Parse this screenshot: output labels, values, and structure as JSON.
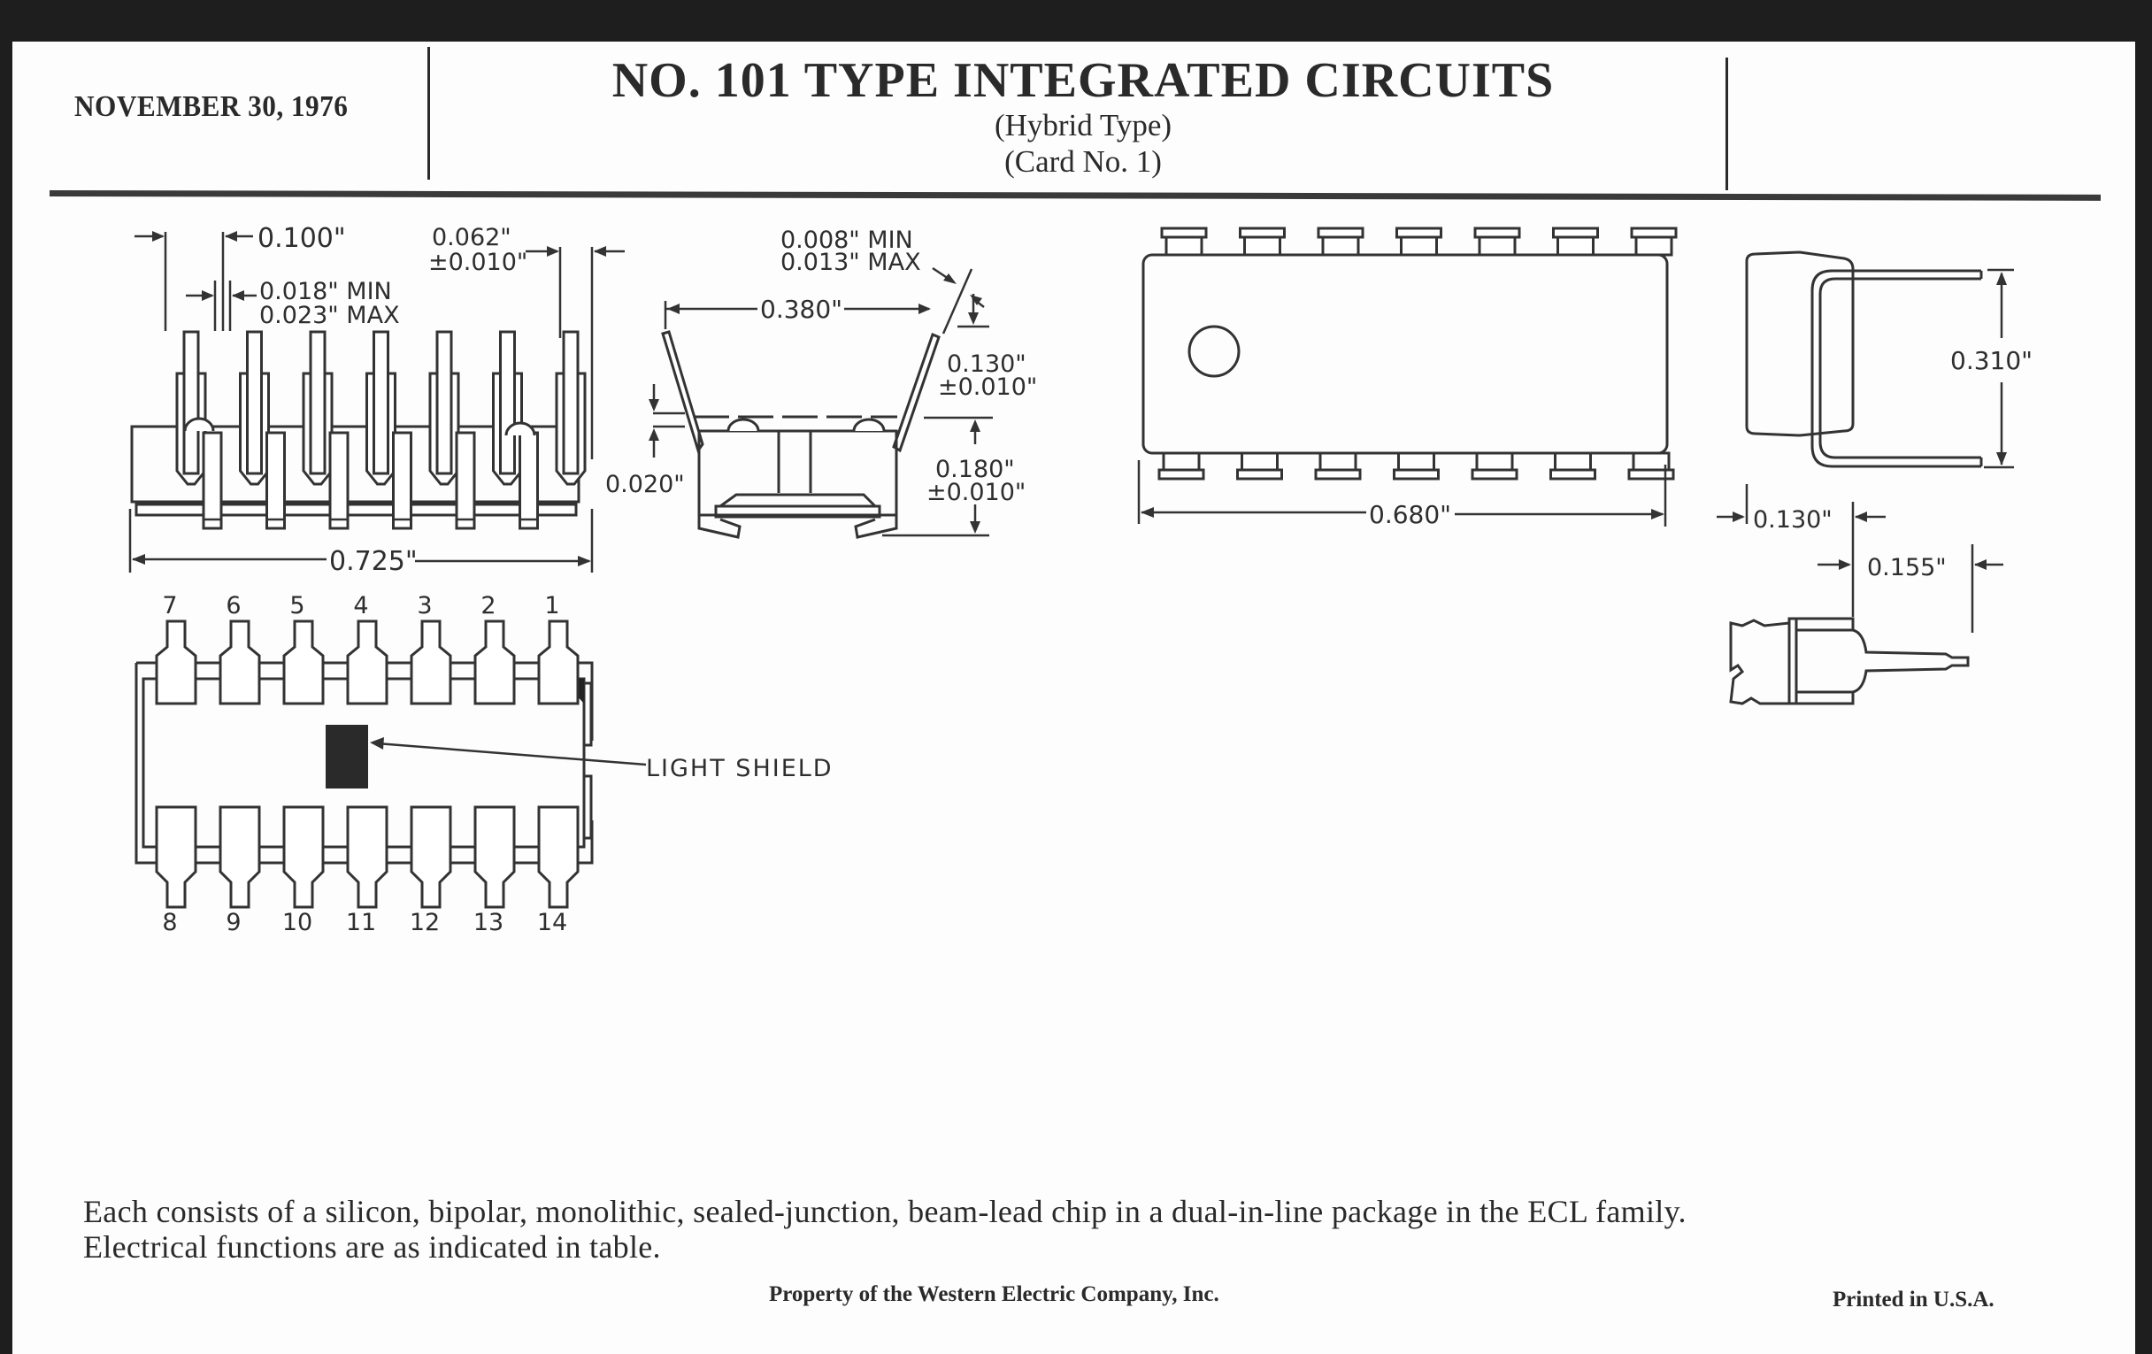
{
  "header": {
    "date": "NOVEMBER 30, 1976",
    "title": "NO. 101 TYPE INTEGRATED CIRCUITS",
    "subtitle": "(Hybrid Type)",
    "card_number": "(Card No. 1)"
  },
  "side_view": {
    "pin_pitch": "0.100\"",
    "end_clearance_value": "0.062\"",
    "end_clearance_tol": "±0.010\"",
    "lead_width_min": "0.018\" MIN",
    "lead_width_max": "0.023\" MAX",
    "overall_length": "0.725\""
  },
  "end_view": {
    "lead_thickness_min": "0.008\" MIN",
    "lead_thickness_max": "0.013\" MAX",
    "lead_span": "0.380\"",
    "lead_length_value": "0.130\"",
    "lead_length_tol": "±0.010\"",
    "standoff": "0.020\"",
    "body_height_value": "0.180\"",
    "body_height_tol": "±0.010\""
  },
  "top_view": {
    "body_length": "0.680\""
  },
  "profile_view": {
    "row_spacing": "0.310\"",
    "body_depth": "0.130\"",
    "lead_extension": "0.155\""
  },
  "pinout_view": {
    "top_pins": [
      "7",
      "6",
      "5",
      "4",
      "3",
      "2",
      "1"
    ],
    "bottom_pins": [
      "8",
      "9",
      "10",
      "11",
      "12",
      "13",
      "14"
    ],
    "callout": "LIGHT SHIELD"
  },
  "description": {
    "line1": "Each consists of a silicon, bipolar, monolithic, sealed-junction, beam-lead chip in a dual-in-line package in the ECL family.",
    "line2": "Electrical functions are as indicated in table."
  },
  "footer": {
    "property": "Property of the Western Electric Company, Inc.",
    "printed": "Printed in U.S.A."
  }
}
